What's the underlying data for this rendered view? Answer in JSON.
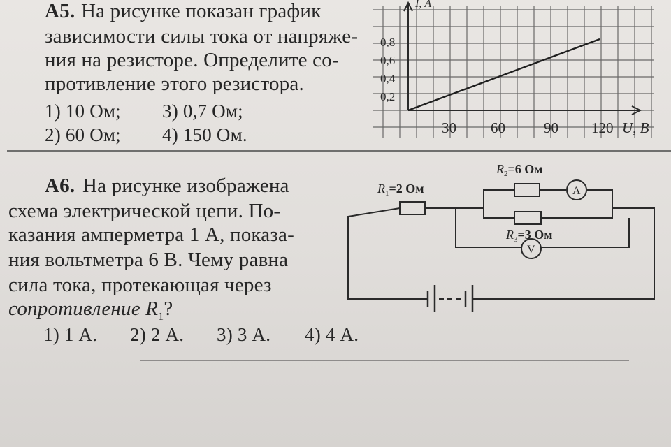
{
  "a5": {
    "number": "А5.",
    "line1": "На рисунке показан график",
    "line2": "зависимости силы тока от напряже-",
    "line3": "ния на резисторе. Определите со-",
    "line4": "противление этого резистора.",
    "options": [
      "1) 10 Ом;",
      "3) 0,7 Ом;",
      "2) 60 Ом;",
      "4) 150 Ом."
    ]
  },
  "a6": {
    "number": "А6.",
    "line1": "На рисунке изображена",
    "line2": "схема электрической цепи. По-",
    "line3": "казания амперметра 1 А, показа-",
    "line4": "ния вольтметра 6 В. Чему равна",
    "line5": "сила тока, протекающая через",
    "line6": "сопротивление R",
    "line6_sub": "1",
    "line6_end": "?",
    "options": [
      "1) 1 А.",
      "2) 2 А.",
      "3) 3 А.",
      "4) 4 А."
    ]
  },
  "graph": {
    "y_axis_label": "I, А",
    "x_axis_label": "U, В",
    "y_ticks": [
      "0,8",
      "0,6",
      "0,4",
      "0,2"
    ],
    "x_ticks": [
      "30",
      "60",
      "90",
      "120"
    ]
  },
  "circuit": {
    "r1_label": "R",
    "r1_sub": "1",
    "r1_value": "=2 Ом",
    "r2_label": "R",
    "r2_sub": "2",
    "r2_value": "=6 Ом",
    "r3_label": "R",
    "r3_sub": "3",
    "r3_value": "=3 Ом",
    "ammeter": "A",
    "voltmeter": "V"
  }
}
